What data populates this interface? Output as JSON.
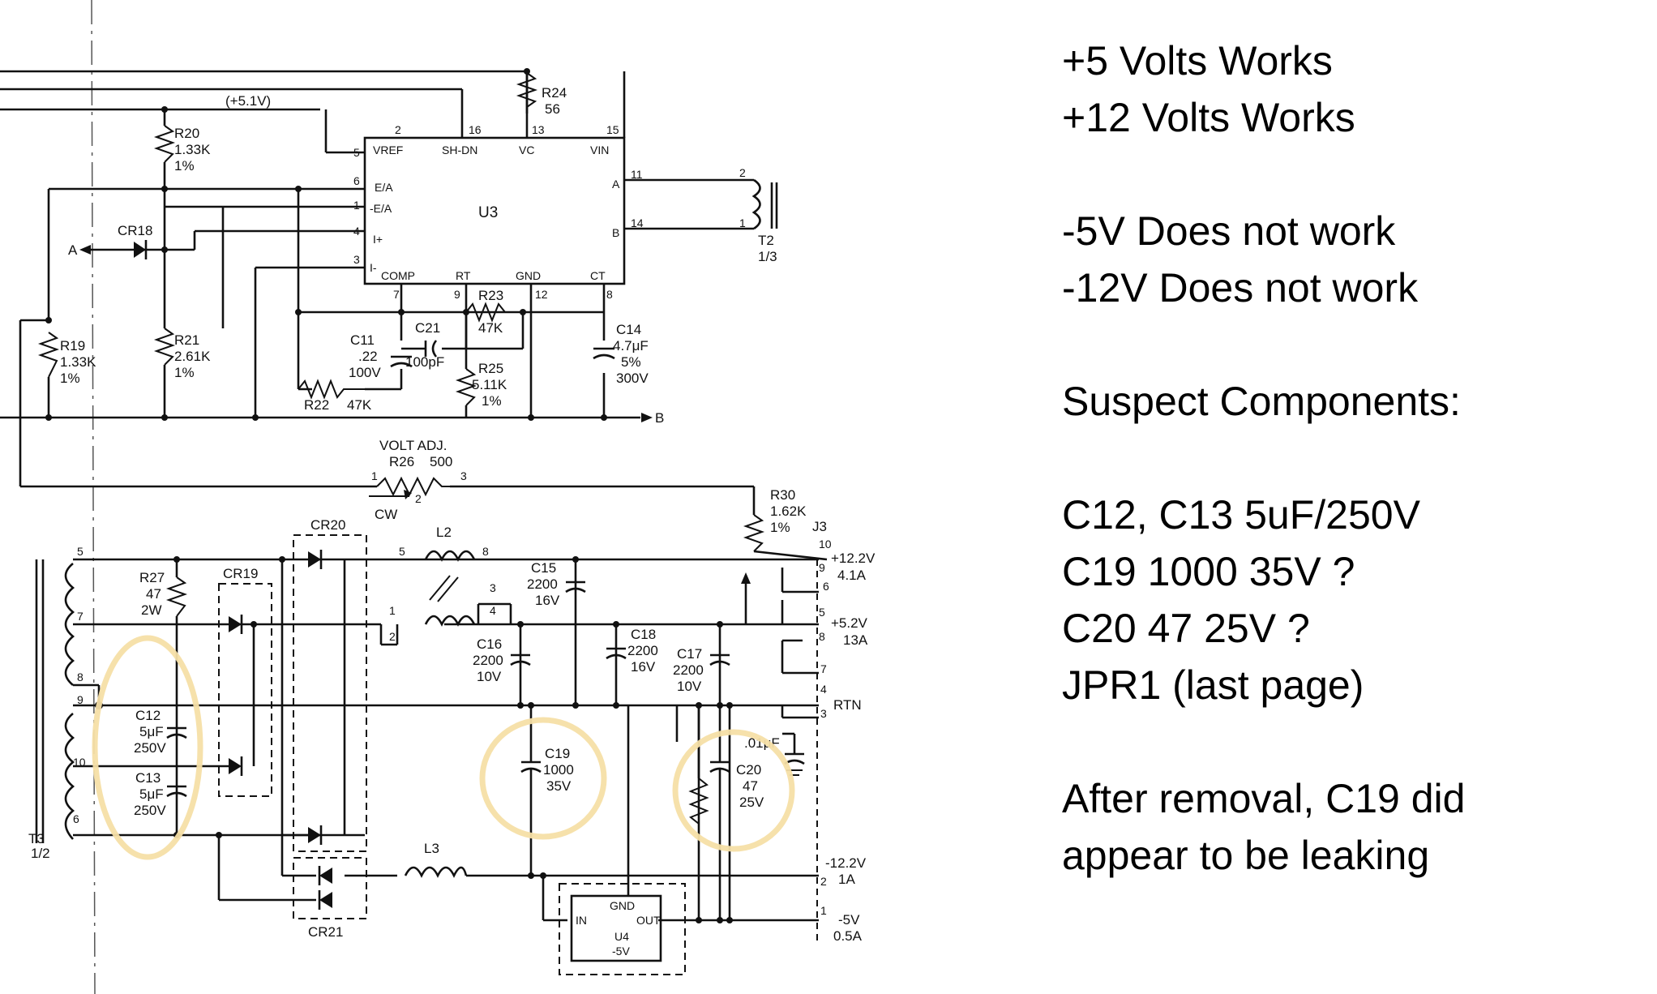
{
  "notes": {
    "status": [
      "+5 Volts Works",
      "+12 Volts Works"
    ],
    "failures": [
      "-5V Does not work",
      "-12V Does not work"
    ],
    "suspect_heading": "Suspect Components:",
    "suspects": [
      "C12, C13 5uF/250V",
      "C19 1000 35V ?",
      "C20 47 25V ?",
      "JPR1 (last page)"
    ],
    "finding": [
      "After removal, C19 did",
      "appear to be leaking"
    ]
  },
  "schematic": {
    "rail_label": "(+5.1V)",
    "u3": {
      "name": "U3",
      "pins": [
        "VREF",
        "SH-DN",
        "VC",
        "VIN",
        "E/A",
        "-E/A",
        "I+",
        "I-",
        "COMP",
        "RT",
        "GND",
        "CT",
        "A",
        "B"
      ],
      "pin_numbers": [
        "2",
        "16",
        "13",
        "15",
        "5",
        "6",
        "1",
        "4",
        "3",
        "7",
        "9",
        "12",
        "8",
        "11",
        "14"
      ]
    },
    "r24": [
      "R24",
      "56"
    ],
    "r20": [
      "R20",
      "1.33K",
      "1%"
    ],
    "r21": [
      "R21",
      "2.61K",
      "1%"
    ],
    "r19": [
      "R19",
      "1.33K",
      "1%"
    ],
    "cr18": "CR18",
    "net_a": "A",
    "net_b": "B",
    "c11": [
      "C11",
      ".22",
      "100V"
    ],
    "c21": [
      "C21",
      "100pF"
    ],
    "r23": [
      "R23",
      "47K"
    ],
    "r22": [
      "R22",
      "47K"
    ],
    "r25": [
      "R25",
      "5.11K",
      "1%"
    ],
    "c14": [
      "C14",
      "4.7μF",
      "5%",
      "300V"
    ],
    "t2": [
      "T2",
      "1/3"
    ],
    "t2_pins": [
      "2",
      "1"
    ],
    "volt_adj": "VOLT ADJ.",
    "r26": [
      "R26",
      "500"
    ],
    "r26_pins": [
      "1",
      "2",
      "3"
    ],
    "cw": "CW",
    "r30": [
      "R30",
      "1.62K",
      "1%"
    ],
    "j3": "J3",
    "cr20": "CR20",
    "cr19": "CR19",
    "cr21": "CR21",
    "l2": "L2",
    "l3": "L3",
    "l2_pins": [
      "5",
      "8",
      "1",
      "2",
      "3",
      "4"
    ],
    "r27": [
      "R27",
      "47",
      "2W"
    ],
    "c12": [
      "C12",
      "5μF",
      "250V"
    ],
    "c13": [
      "C13",
      "5μF",
      "250V"
    ],
    "t3": [
      "T3",
      "1/2"
    ],
    "t3_pins": [
      "5",
      "7",
      "8",
      "9",
      "10",
      "6"
    ],
    "c15": [
      "C15",
      "2200",
      "16V"
    ],
    "c16": [
      "C16",
      "2200",
      "10V"
    ],
    "c18": [
      "C18",
      "2200",
      "16V"
    ],
    "c17": [
      "C17",
      "2200",
      "10V"
    ],
    "c19": [
      "C19",
      "1000",
      "35V"
    ],
    "c20": [
      "C20",
      "47",
      "25V"
    ],
    "c_01": ".01μF",
    "u4": [
      "GND",
      "IN",
      "OUT",
      "U4",
      "-5V"
    ],
    "j3_pins": [
      "10",
      "9",
      "6",
      "5",
      "8",
      "7",
      "4",
      "3",
      "2",
      "1"
    ],
    "outputs": [
      {
        "v": "+12.2V",
        "a": "4.1A"
      },
      {
        "v": "+5.2V",
        "a": "13A"
      },
      {
        "v": "RTN",
        "a": ""
      },
      {
        "v": "-12.2V",
        "a": "1A"
      },
      {
        "v": "-5V",
        "a": "0.5A"
      }
    ]
  }
}
